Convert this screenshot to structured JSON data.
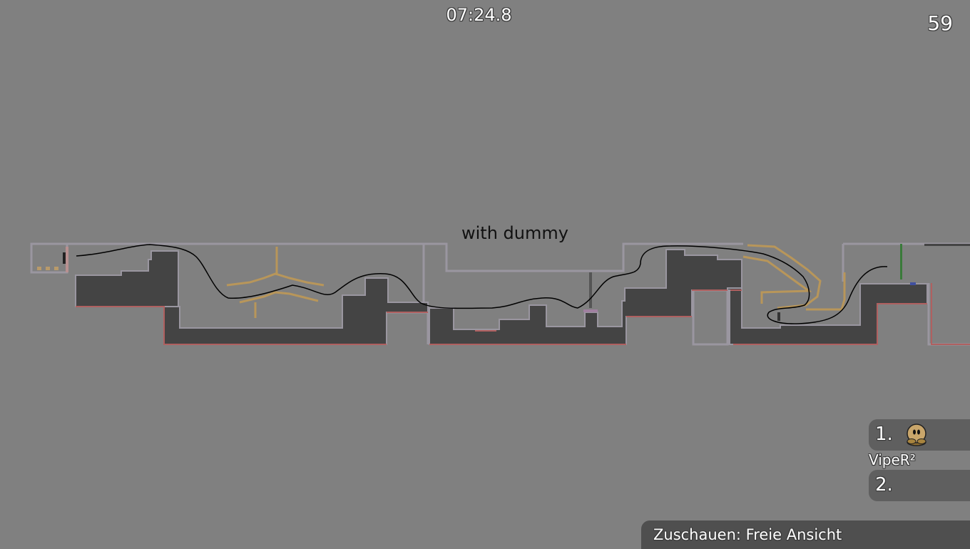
{
  "hud": {
    "race_timer": "07:24.8",
    "fps": "59"
  },
  "map": {
    "annotation_label": "with dummy",
    "colors": {
      "background": "#808080",
      "solid_tile": "#444444",
      "tile_border": "#9a96a0",
      "freeze": "#b06060",
      "hookthrough": "#b8965a",
      "path_line": "#000000"
    }
  },
  "scoreboard": {
    "entries": [
      {
        "rank": "1.",
        "name": "VipeR²",
        "avatar": "tee-default-brown"
      },
      {
        "rank": "2.",
        "name": ""
      }
    ]
  },
  "spectate": {
    "status": "Zuschauen: Freie Ansicht"
  }
}
